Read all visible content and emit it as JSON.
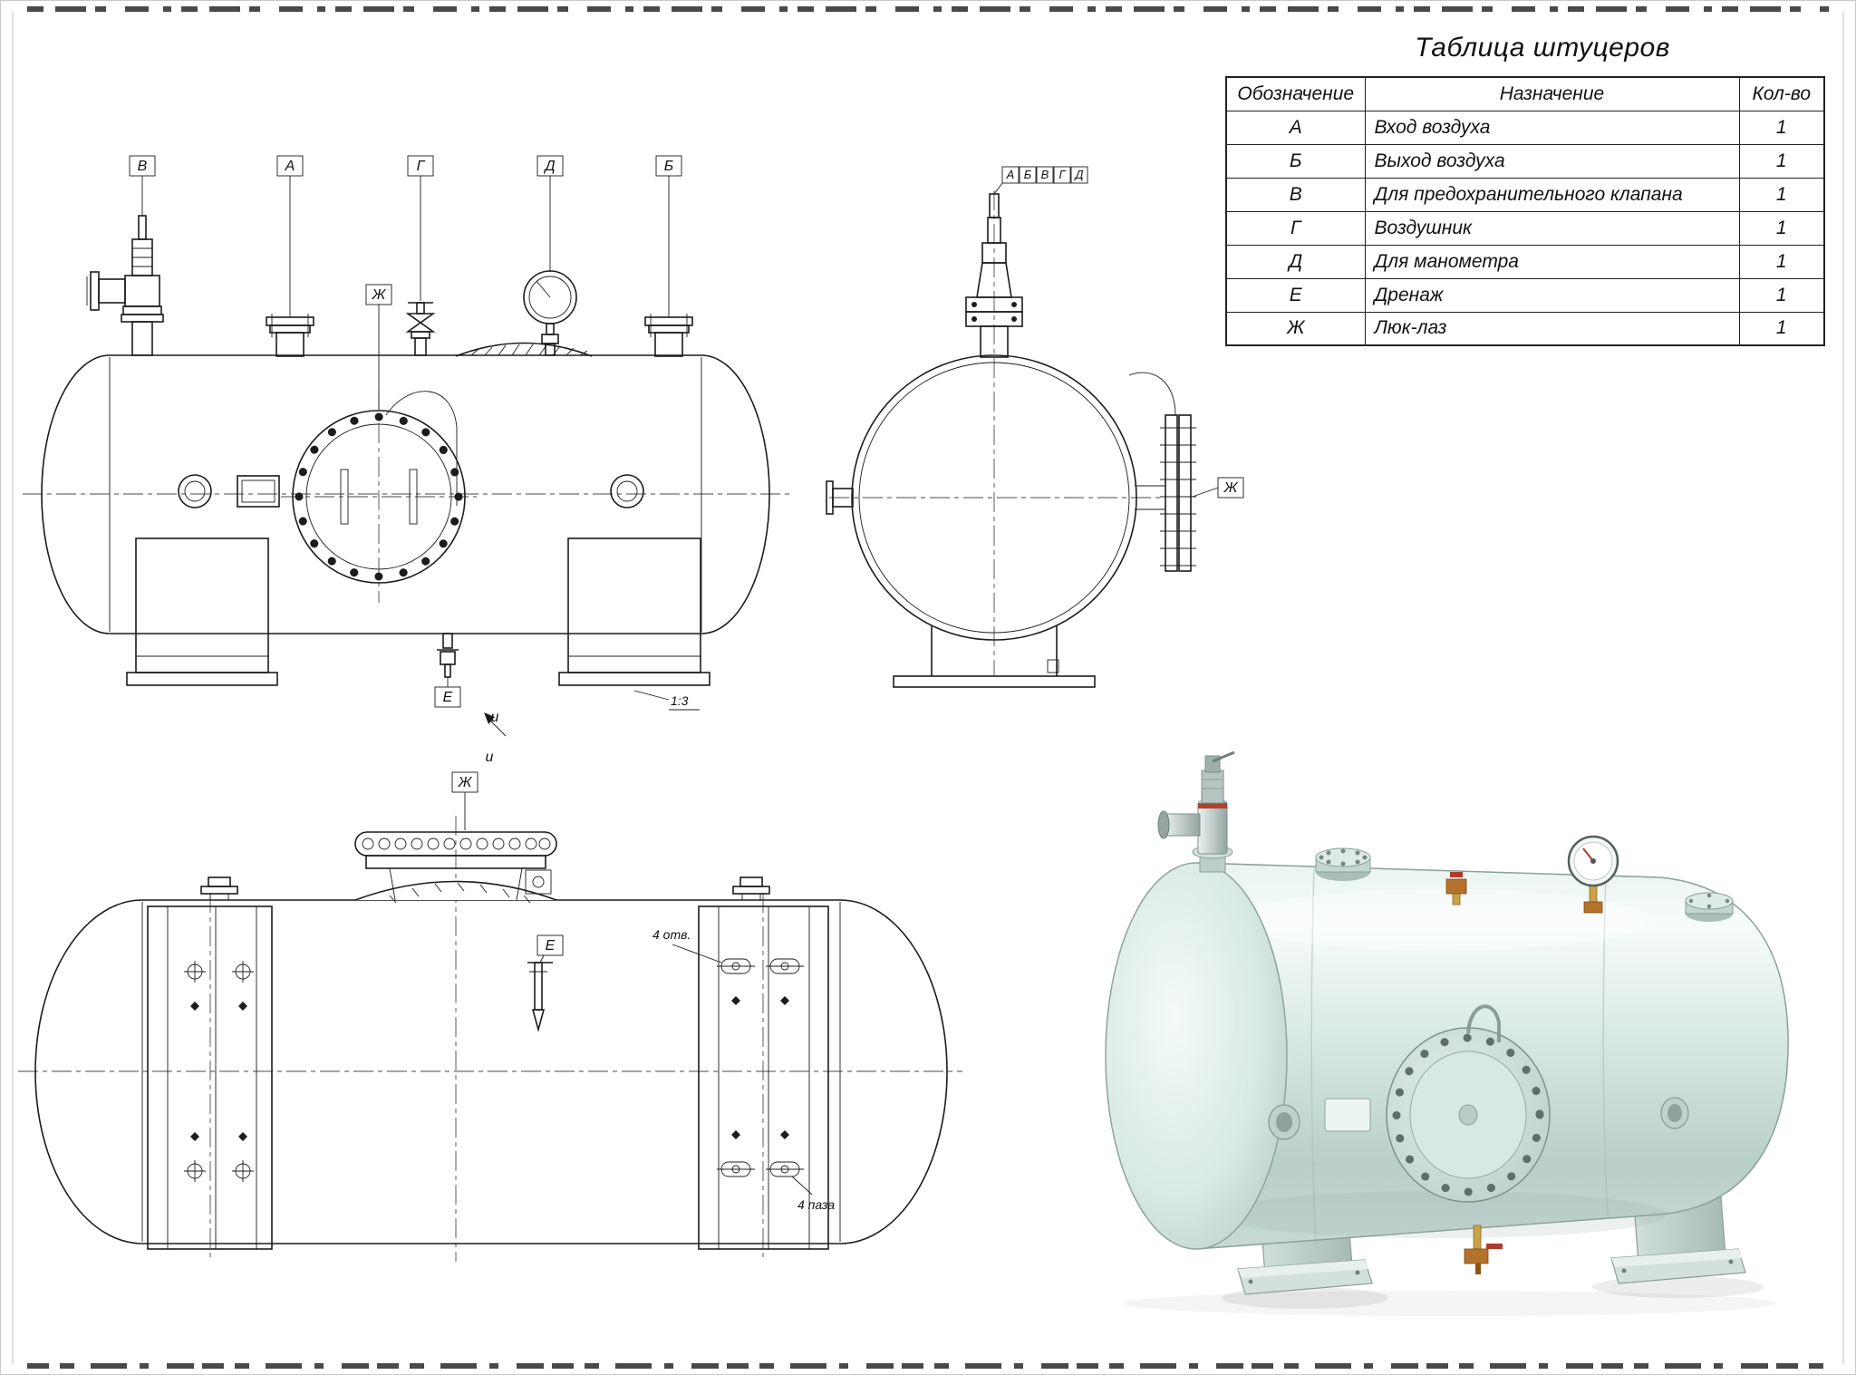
{
  "nozzle_table": {
    "title": "Таблица штуцеров",
    "headers": [
      "Обозначение",
      "Назначение",
      "Кол-во"
    ],
    "rows": [
      [
        "А",
        "Вход воздуха",
        "1"
      ],
      [
        "Б",
        "Выход воздуха",
        "1"
      ],
      [
        "В",
        "Для предохранительного клапана",
        "1"
      ],
      [
        "Г",
        "Воздушник",
        "1"
      ],
      [
        "Д",
        "Для манометра",
        "1"
      ],
      [
        "Е",
        "Дренаж",
        "1"
      ],
      [
        "Ж",
        "Люк-лаз",
        "1"
      ]
    ]
  },
  "front_view": {
    "label_v": "В",
    "label_a": "А",
    "label_g": "Г",
    "label_d": "Д",
    "label_b": "Б",
    "label_zh": "Ж",
    "label_e": "Е",
    "scale_note": "1:3"
  },
  "side_view": {
    "labels_row": [
      "А",
      "Б",
      "В",
      "Г",
      "Д"
    ],
    "label_zh": "Ж"
  },
  "top_view": {
    "label_zh": "Ж",
    "label_e": "Е",
    "label_i": "и",
    "note_holes": "4 отв.",
    "note_slots": "4 паза"
  },
  "render_3d": {
    "vessel_color": "#d8e9e5"
  }
}
